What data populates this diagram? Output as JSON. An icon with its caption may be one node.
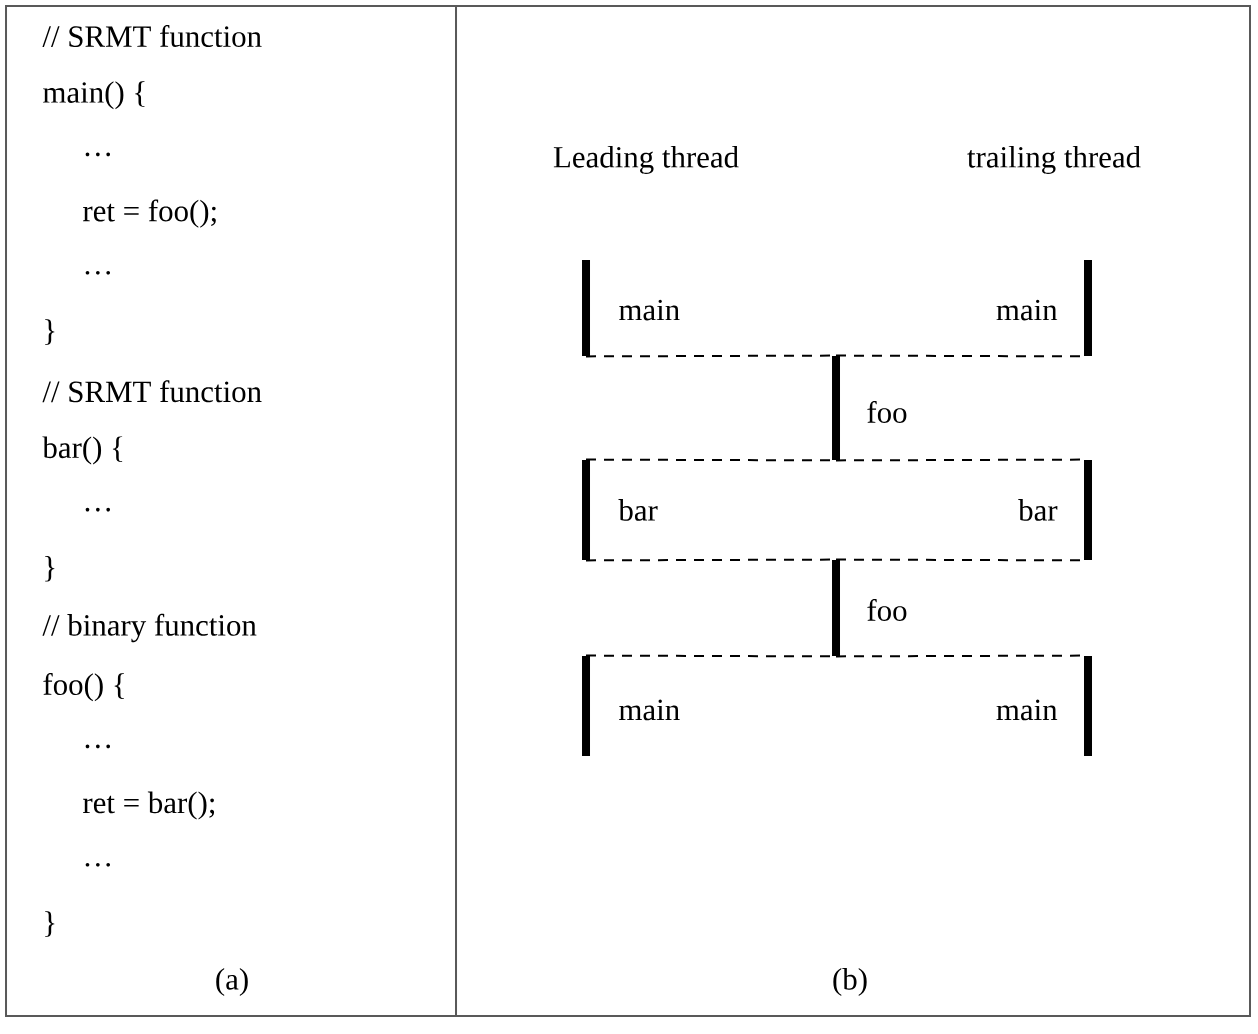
{
  "diagram": {
    "nodes": [
      {
        "text": [],
        "shape": "bar",
        "beside": [
          "main"
        ]
      },
      {
        "text": [],
        "shape": "bar",
        "beside": [
          "main"
        ]
      },
      {
        "text": [],
        "shape": "bar",
        "beside": [
          "foo"
        ]
      },
      {
        "text": [],
        "shape": "bar",
        "beside": [
          "bar"
        ]
      },
      {
        "text": [],
        "shape": "bar",
        "beside": [
          "bar"
        ]
      },
      {
        "text": [],
        "shape": "bar",
        "beside": [
          "foo"
        ]
      },
      {
        "text": [],
        "shape": "bar",
        "beside": [
          "main"
        ]
      },
      {
        "text": [],
        "shape": "bar",
        "beside": [
          "main"
        ]
      }
    ],
    "edges": [
      {
        "from": 0,
        "to": 2,
        "arrow": "none",
        "style": "dashed"
      },
      {
        "from": 2,
        "to": 1,
        "arrow": "none",
        "style": "dashed"
      },
      {
        "from": 3,
        "to": 2,
        "arrow": "none",
        "style": "dashed"
      },
      {
        "from": 2,
        "to": 4,
        "arrow": "none",
        "style": "dashed"
      },
      {
        "from": 3,
        "to": 5,
        "arrow": "none",
        "style": "dashed"
      },
      {
        "from": 5,
        "to": 4,
        "arrow": "none",
        "style": "dashed"
      },
      {
        "from": 6,
        "to": 5,
        "arrow": "none",
        "style": "dashed"
      },
      {
        "from": 5,
        "to": 7,
        "arrow": "none",
        "style": "dashed"
      }
    ],
    "labels": [
      "// SRMT function",
      "main() {",
      "…",
      "ret = foo();",
      "…",
      "}",
      "// SRMT function",
      "bar() {",
      "…",
      "}",
      "// binary function",
      "foo() {",
      "…",
      "ret = bar();",
      "…",
      "}",
      "(a)",
      "Leading thread",
      "trailing thread",
      "(b)"
    ]
  }
}
